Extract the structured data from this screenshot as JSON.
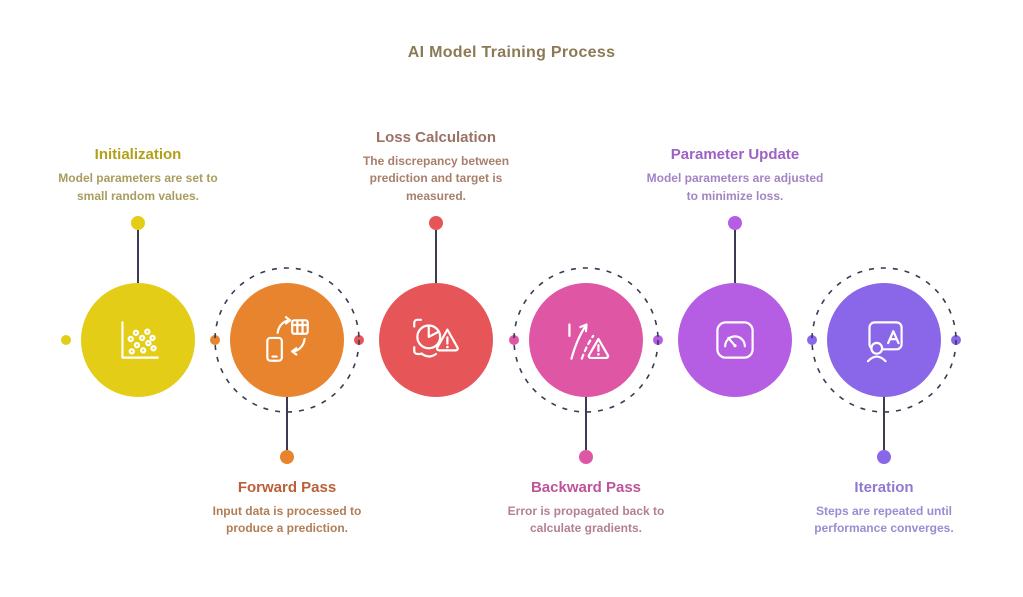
{
  "title": "AI Model Training Process",
  "colors": {
    "background": "#ffffff",
    "title_text": "#8b7a55",
    "connector": "#3a3a52",
    "icon_stroke": "#ffffff"
  },
  "axis_dot_colors": [
    "#e3cd17",
    "#e8842d",
    "#e65558",
    "#df56a5",
    "#b55de3",
    "#8a67e9",
    "#8a67e9"
  ],
  "steps": [
    {
      "title": "Initialization",
      "description": "Model parameters are set to\nsmall random values.",
      "color": "#e3cd17",
      "title_color": "#b3a017",
      "desc_color": "#a89d5e",
      "icon": "scatter-chart",
      "label_position": "top"
    },
    {
      "title": "Forward Pass",
      "description": "Input data is processed to\nproduce a prediction.",
      "color": "#e8842d",
      "title_color": "#bb5f3a",
      "desc_color": "#b27d55",
      "icon": "device-data-transfer",
      "label_position": "bottom"
    },
    {
      "title": "Loss Calculation",
      "description": "The discrepancy between\nprediction and target is\nmeasured.",
      "color": "#e65558",
      "title_color": "#9c7265",
      "desc_color": "#a87f6a",
      "icon": "pie-chart-warning",
      "label_position": "top"
    },
    {
      "title": "Backward Pass",
      "description": "Error is propagated back to\ncalculate gradients.",
      "color": "#df56a5",
      "title_color": "#bd5598",
      "desc_color": "#b37f96",
      "icon": "gradient-arrow-warning",
      "label_position": "bottom"
    },
    {
      "title": "Parameter Update",
      "description": "Model parameters are adjusted\nto minimize loss.",
      "color": "#b55de3",
      "title_color": "#9d61c4",
      "desc_color": "#a384c4",
      "icon": "gauge",
      "label_position": "top"
    },
    {
      "title": "Iteration",
      "description": "Steps are repeated until\nperformance converges.",
      "color": "#8a67e9",
      "title_color": "#8f7ad0",
      "desc_color": "#9d8bd2",
      "icon": "screen-user",
      "label_position": "bottom"
    }
  ]
}
